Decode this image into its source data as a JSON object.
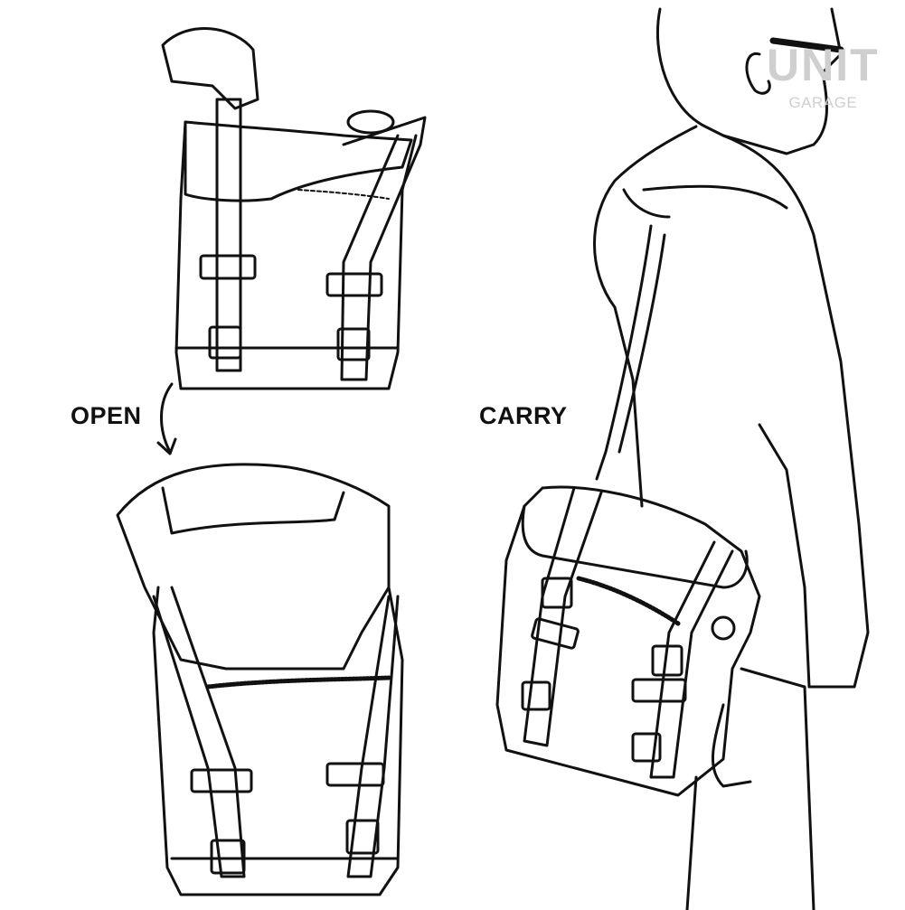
{
  "labels": {
    "open": "OPEN",
    "carry": "CARRY"
  },
  "logo": {
    "name": "UNIT",
    "sub": "GARAGE"
  },
  "colors": {
    "line": "#111111",
    "logo": "#cfcfcf",
    "background": "#ffffff"
  }
}
